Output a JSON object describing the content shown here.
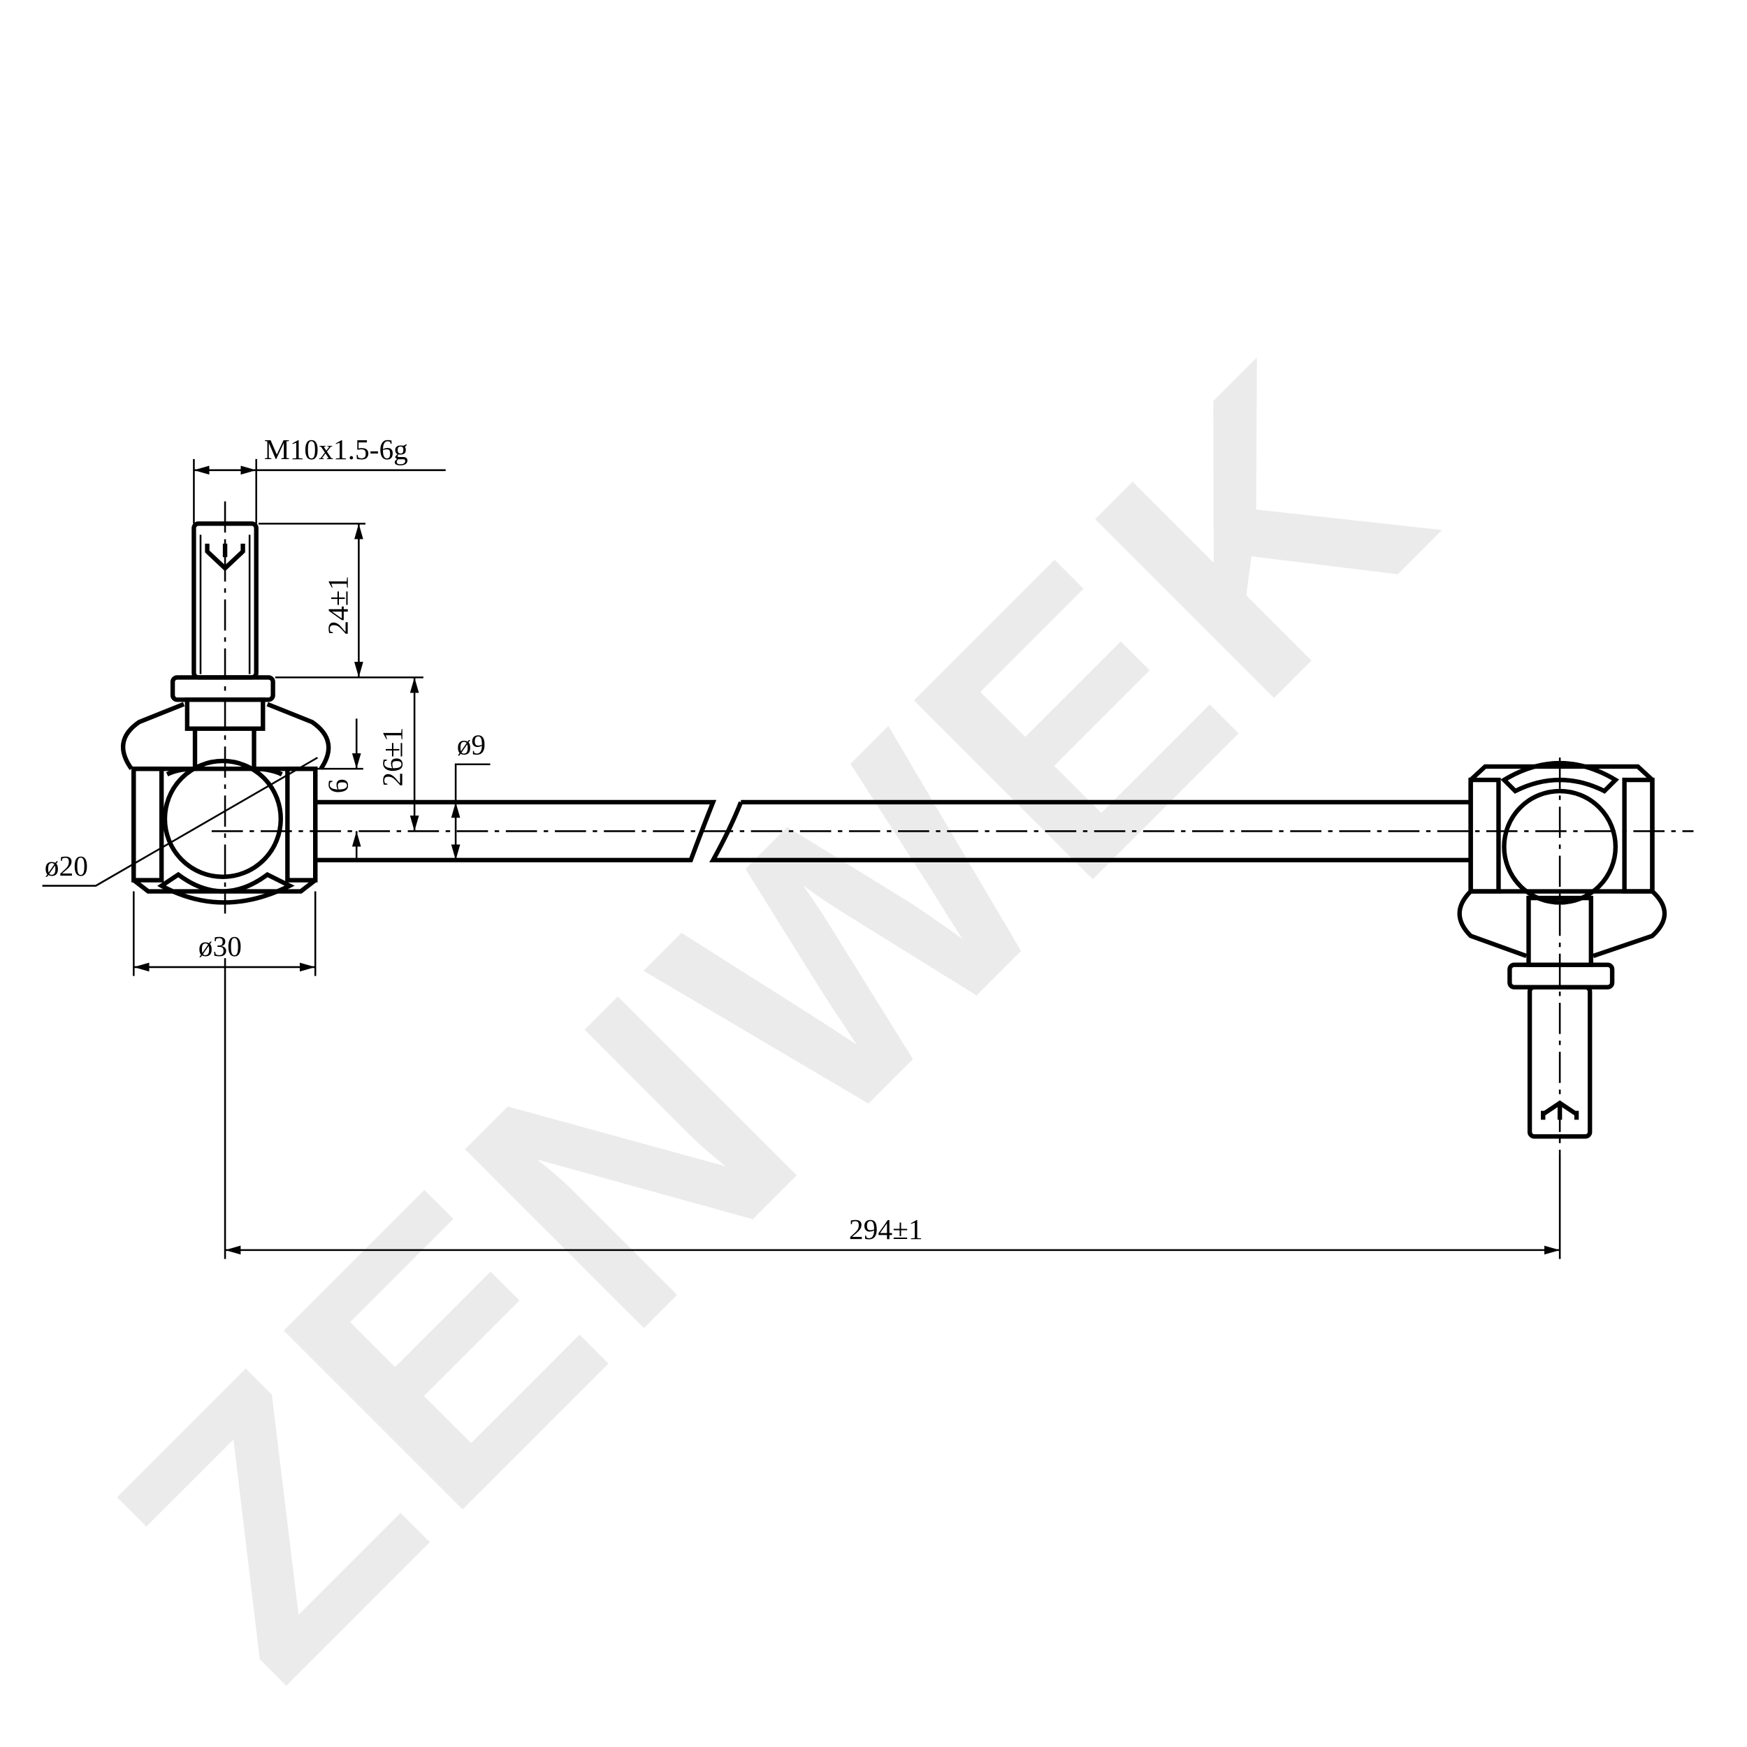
{
  "watermark": "ZENWEK",
  "dimensions": {
    "thread": "M10x1.5-6g",
    "stud_length": "24±1",
    "ball_height": "26±1",
    "offset": "6",
    "rod_diameter": "ø9",
    "ball_diameter": "ø20",
    "housing_diameter": "ø30",
    "total_length": "294±1"
  }
}
